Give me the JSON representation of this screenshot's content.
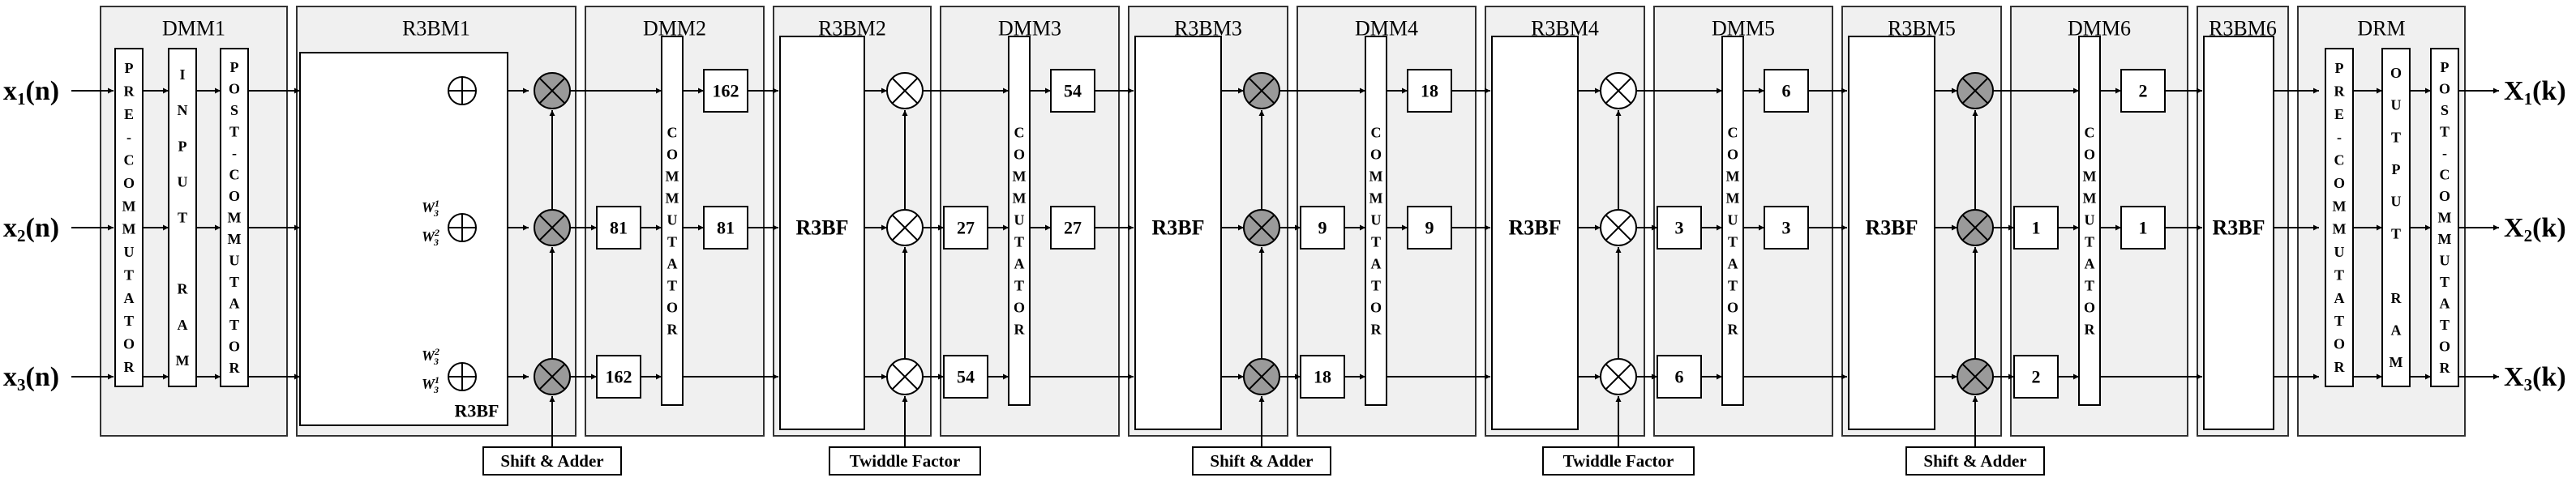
{
  "modules": [
    {
      "id": "dmm1",
      "title": "DMM1",
      "kind": "dmm_io"
    },
    {
      "id": "r3bm1",
      "title": "R3BM1",
      "kind": "r3bm_detail"
    },
    {
      "id": "dmm2",
      "title": "DMM2",
      "kind": "dmm"
    },
    {
      "id": "r3bm2",
      "title": "R3BM2",
      "kind": "r3bm"
    },
    {
      "id": "dmm3",
      "title": "DMM3",
      "kind": "dmm"
    },
    {
      "id": "r3bm3",
      "title": "R3BM3",
      "kind": "r3bm"
    },
    {
      "id": "dmm4",
      "title": "DMM4",
      "kind": "dmm"
    },
    {
      "id": "r3bm4",
      "title": "R3BM4",
      "kind": "r3bm"
    },
    {
      "id": "dmm5",
      "title": "DMM5",
      "kind": "dmm"
    },
    {
      "id": "r3bm5",
      "title": "R3BM5",
      "kind": "r3bm"
    },
    {
      "id": "dmm6",
      "title": "DMM6",
      "kind": "dmm"
    },
    {
      "id": "r3bm6",
      "title": "R3BM6",
      "kind": "r3bm_final"
    },
    {
      "id": "drm",
      "title": "DRM",
      "kind": "dmm_io"
    }
  ],
  "dmm_io_blocks": {
    "dmm1": [
      "PRE-COMMUTATOR",
      "INPUT RAM",
      "POST-COMMUTATOR"
    ],
    "drm": [
      "PRE-COMMUTATOR",
      "OUTPUT RAM",
      "POST-COMMUTATOR"
    ]
  },
  "commutator_label": "COMMUTATOR",
  "delays": [
    {
      "module": "dmm2",
      "in": [
        "81",
        "162"
      ],
      "out": [
        "162",
        "81"
      ]
    },
    {
      "module": "dmm3",
      "in": [
        "27",
        "54"
      ],
      "out": [
        "54",
        "27"
      ]
    },
    {
      "module": "dmm4",
      "in": [
        "9",
        "18"
      ],
      "out": [
        "18",
        "9"
      ]
    },
    {
      "module": "dmm5",
      "in": [
        "3",
        "6"
      ],
      "out": [
        "6",
        "3"
      ]
    },
    {
      "module": "dmm6",
      "in": [
        "1",
        "2"
      ],
      "out": [
        "2",
        "1"
      ]
    }
  ],
  "r3bf_label": "R3BF",
  "twiddle_multipliers": [
    {
      "after": "r3bm1",
      "shaded": true,
      "label": "Shift & Adder"
    },
    {
      "after": "r3bm2",
      "shaded": false,
      "label": "Twiddle Factor"
    },
    {
      "after": "r3bm3",
      "shaded": true,
      "label": "Shift & Adder"
    },
    {
      "after": "r3bm4",
      "shaded": false,
      "label": "Twiddle Factor"
    },
    {
      "after": "r3bm5",
      "shaded": true,
      "label": "Shift & Adder"
    }
  ],
  "inputs": [
    {
      "base": "x",
      "sub": "1",
      "arg": "(n)"
    },
    {
      "base": "x",
      "sub": "2",
      "arg": "(n)"
    },
    {
      "base": "x",
      "sub": "3",
      "arg": "(n)"
    }
  ],
  "outputs": [
    {
      "base": "X",
      "sub": "1",
      "arg": "(k)"
    },
    {
      "base": "X",
      "sub": "2",
      "arg": "(k)"
    },
    {
      "base": "X",
      "sub": "3",
      "arg": "(k)"
    }
  ],
  "weights": [
    {
      "base": "W",
      "sub": "3",
      "sup": "1"
    },
    {
      "base": "W",
      "sub": "3",
      "sup": "2"
    },
    {
      "base": "W",
      "sub": "3",
      "sup": "2"
    },
    {
      "base": "W",
      "sub": "3",
      "sup": "1"
    }
  ],
  "colors": {
    "module_fill": "#f0f0f0",
    "multiplier_shaded": "#9a9a9a",
    "line": "#000000",
    "block_fill": "#ffffff"
  }
}
